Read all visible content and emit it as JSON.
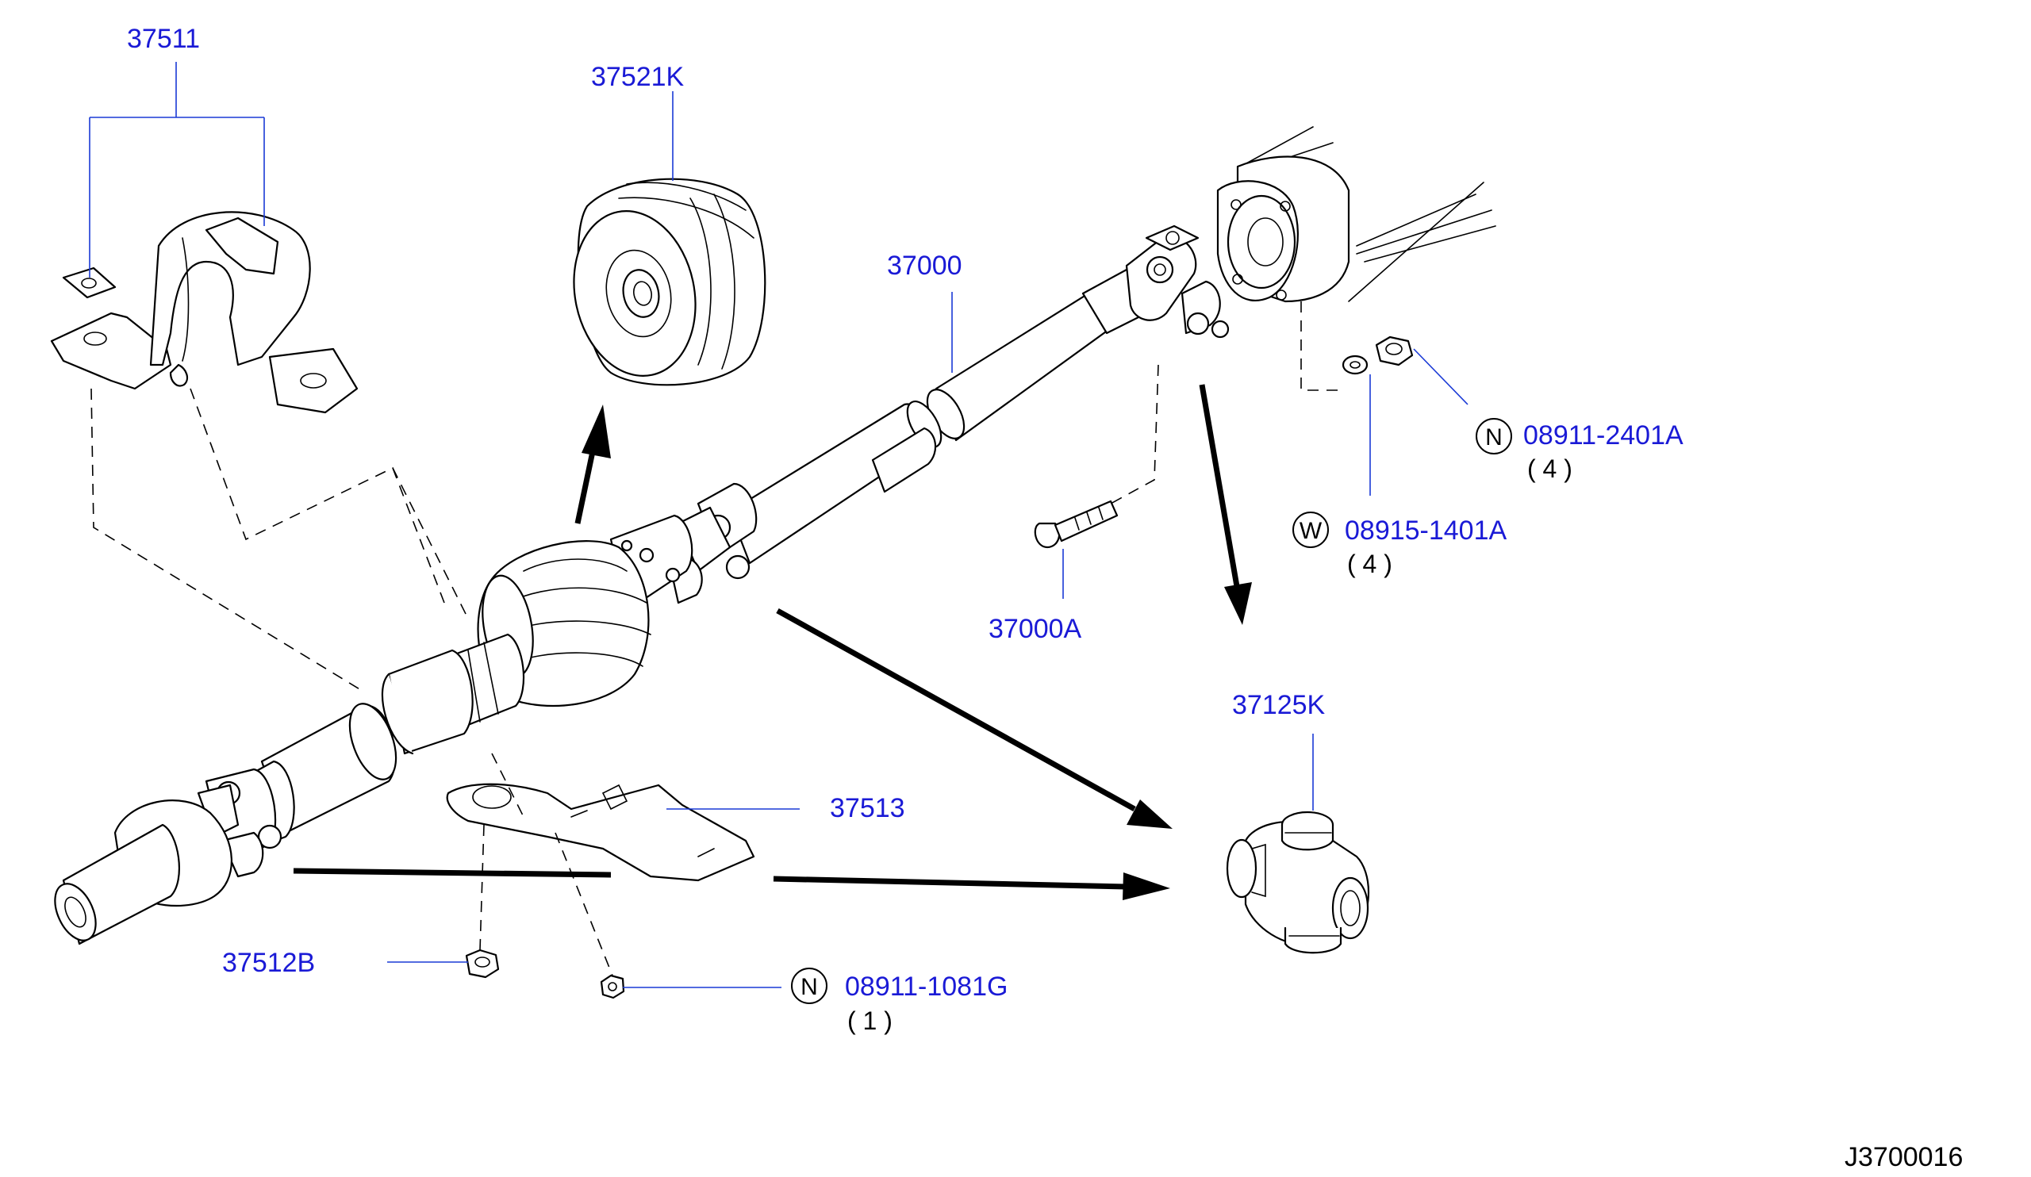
{
  "labels": {
    "p37511": "37511",
    "p37521K": "37521K",
    "p37000": "37000",
    "p08911_2401A": "08911-2401A",
    "p08911_2401A_qty": "( 4 )",
    "p08915_1401A": "08915-1401A",
    "p08915_1401A_qty": "( 4 )",
    "p37000A": "37000A",
    "p37125K": "37125K",
    "p37513": "37513",
    "p37512B": "37512B",
    "p08911_1081G": "08911-1081G",
    "p08911_1081G_qty": "( 1 )"
  },
  "callout_letters": {
    "nut_2401A": "N",
    "washer_1401A": "W",
    "nut_1081G": "N"
  },
  "diagram_code": "J3700016",
  "colors": {
    "label_blue": "#1a1ad6",
    "leader_blue": "#1a3ad6",
    "line_black": "#000000"
  }
}
